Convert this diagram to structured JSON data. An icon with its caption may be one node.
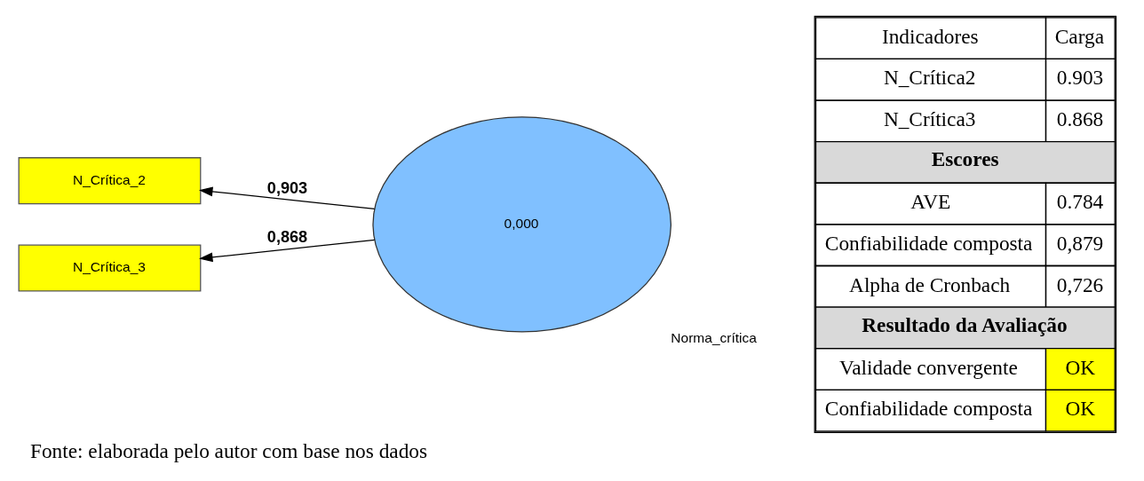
{
  "diagram": {
    "caption": "Fonte: elaborada pelo autor com base nos dados",
    "nodes": [
      {
        "text": [
          "N_Crítica_2"
        ]
      },
      {
        "text": [
          "N_Crítica_3"
        ]
      },
      {
        "text": [
          "0,000"
        ],
        "beside": [
          "Norma_crítica"
        ]
      }
    ],
    "edges": [
      {
        "from": 2,
        "to": 0,
        "arrow": "to",
        "label": "0,903"
      },
      {
        "from": 2,
        "to": 1,
        "arrow": "to",
        "label": "0,868"
      }
    ],
    "labels": [
      "Indicadores",
      "Carga",
      "N_Crítica2",
      "0.903",
      "N_Crítica3",
      "0.868",
      "Escores",
      "AVE",
      "0.784",
      "Confiabilidade composta",
      "0,879",
      "Alpha de Cronbach",
      "0,726",
      "Resultado da Avaliação",
      "Validade convergente",
      "OK",
      "Confiabilidade composta",
      "OK"
    ]
  }
}
